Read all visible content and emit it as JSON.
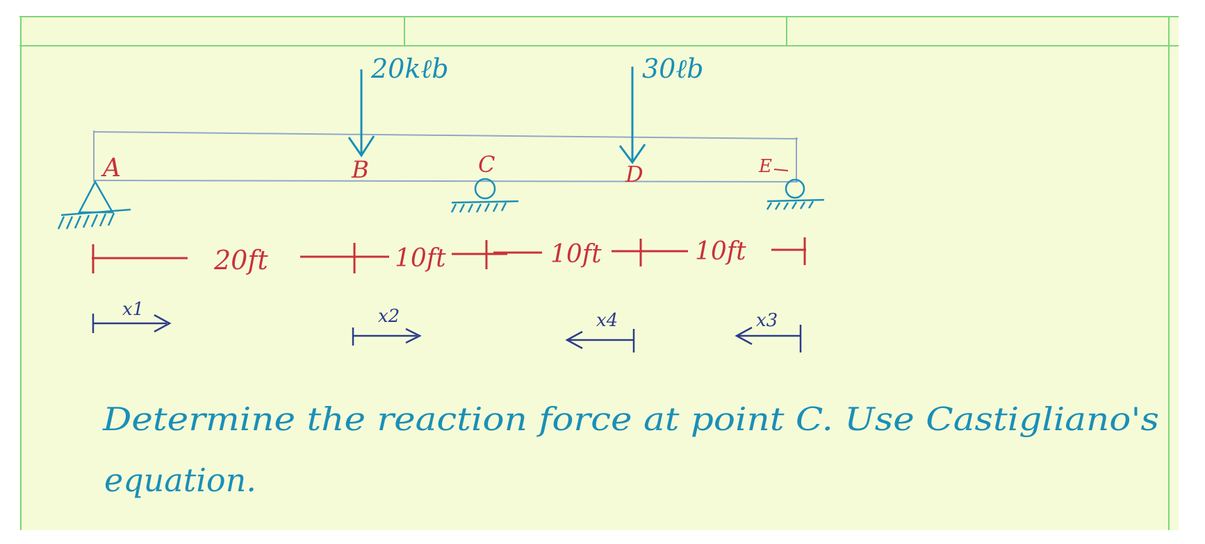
{
  "loads": [
    {
      "label": "20kℓb",
      "point": "B"
    },
    {
      "label": "30ℓb",
      "point": "D"
    }
  ],
  "points": [
    "A",
    "B",
    "C",
    "D",
    "E"
  ],
  "spans": [
    "20ft",
    "10ft",
    "10ft",
    "10ft"
  ],
  "coordinates": [
    "x1",
    "x2",
    "x4",
    "x3"
  ],
  "problem": {
    "line1": "Determine the reaction force at point C. Use Castigliano's",
    "line2": "equation."
  },
  "colors": {
    "paper": "#f6fbd7",
    "grid": "#7bd67b",
    "beam": "#8fa8c8",
    "load": "#1a8fb8",
    "label": "#c8323a",
    "dimension": "#c8323a",
    "coordinate": "#2a3c8c",
    "text": "#1a8fb8"
  }
}
